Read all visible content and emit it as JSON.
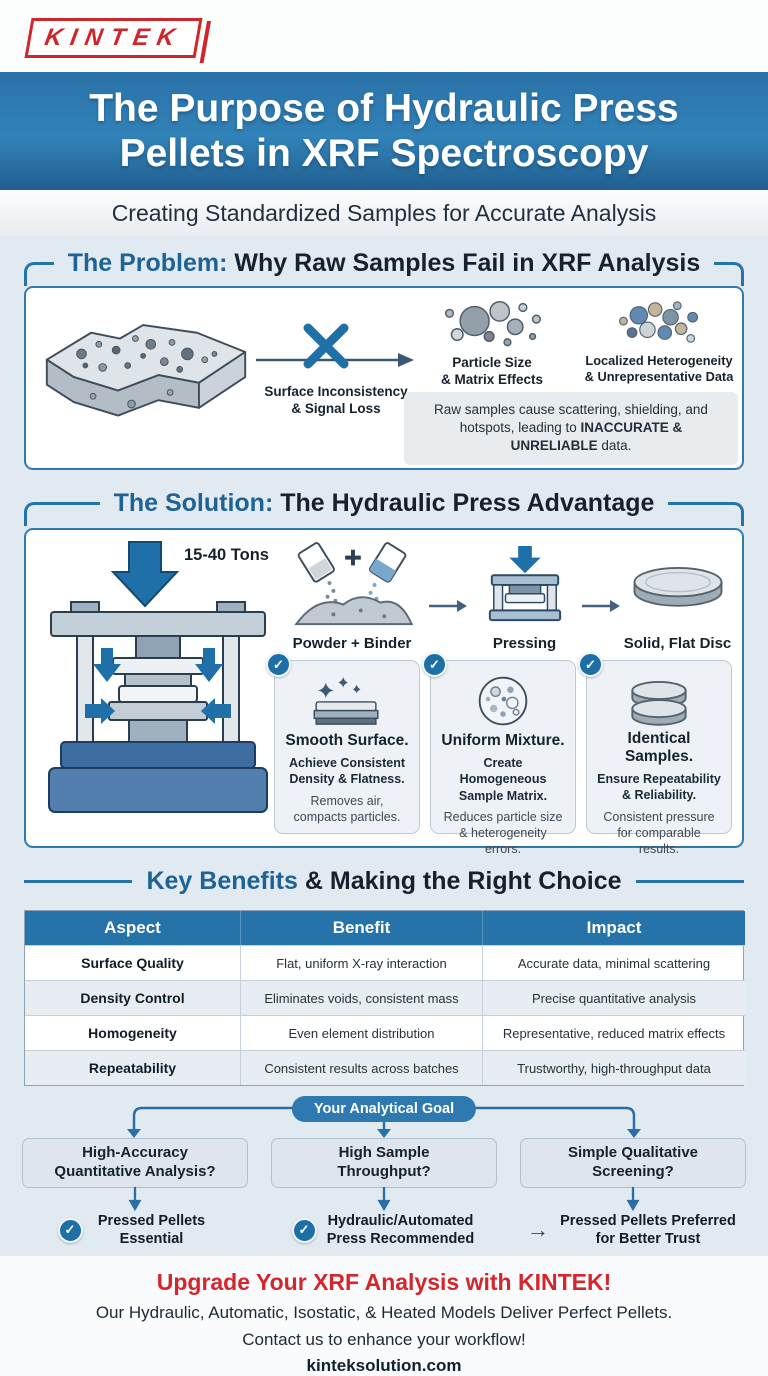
{
  "brand": {
    "logo": "KINTEK"
  },
  "header": {
    "title_line1": "The Purpose of Hydraulic Press",
    "title_line2": "Pellets in XRF Spectroscopy",
    "subtitle": "Creating Standardized Samples for Accurate Analysis"
  },
  "icons": {
    "check": "✓",
    "arrow_right": "→"
  },
  "problem": {
    "heading": {
      "accent": "The Problem:",
      "rest": " Why Raw Samples Fail in XRF Analysis"
    },
    "surface_label": {
      "line1": "Surface Inconsistency",
      "line2": "& Signal Loss"
    },
    "particle_label": {
      "line1": "Particle Size",
      "line2": "& Matrix Effects"
    },
    "hetero_label": {
      "line1": "Localized Heterogeneity",
      "line2": "& Unrepresentative Data"
    },
    "note": {
      "text1": "Raw samples cause scattering, shielding, and hotspots, leading to ",
      "em": "INACCURATE & UNRELIABLE",
      "text2": " data."
    }
  },
  "solution": {
    "heading": {
      "accent": "The Solution:",
      "rest": " The Hydraulic Press Advantage"
    },
    "press_force": "15-40 Tons",
    "flow": [
      {
        "label": "Powder + Binder"
      },
      {
        "label": "Pressing"
      },
      {
        "label": "Solid, Flat Disc"
      }
    ],
    "cards": [
      {
        "title": "Smooth Surface.",
        "subtitle": "Achieve Consistent Density & Flatness.",
        "detail": "Removes air, compacts particles."
      },
      {
        "title": "Uniform Mixture.",
        "subtitle": "Create Homogeneous Sample Matrix.",
        "detail": "Reduces particle size & heterogeneity errors."
      },
      {
        "title": "Identical Samples.",
        "subtitle": "Ensure Repeatability & Reliability.",
        "detail": "Consistent pressure for comparable results."
      }
    ]
  },
  "benefits": {
    "heading": {
      "accent": "Key Benefits",
      "rest": " & Making the Right Choice"
    },
    "table": {
      "headers": [
        "Aspect",
        "Benefit",
        "Impact"
      ],
      "rows": [
        [
          "Surface Quality",
          "Flat, uniform X-ray interaction",
          "Accurate data, minimal scattering"
        ],
        [
          "Density Control",
          "Eliminates voids, consistent mass",
          "Precise quantitative analysis"
        ],
        [
          "Homogeneity",
          "Even element distribution",
          "Representative, reduced matrix effects"
        ],
        [
          "Repeatability",
          "Consistent results across batches",
          "Trustworthy, high-throughput data"
        ]
      ]
    }
  },
  "decision": {
    "root": "Your Analytical Goal",
    "branches": [
      {
        "question": "High-Accuracy Quantitative Analysis?",
        "answer": "Pressed Pellets Essential",
        "marker": "check"
      },
      {
        "question": "High Sample Throughput?",
        "answer": "Hydraulic/Automated Press Recommended",
        "marker": "check"
      },
      {
        "question": "Simple Qualitative Screening?",
        "answer": "Pressed Pellets Preferred for Better Trust",
        "marker": "arrow"
      }
    ]
  },
  "footer": {
    "headline": "Upgrade Your XRF Analysis with KINTEK!",
    "line1": "Our Hydraulic, Automatic, Isostatic, & Heated Models Deliver Perfect Pellets.",
    "line2": "Contact us to enhance your workflow!",
    "website": "kinteksolution.com"
  }
}
